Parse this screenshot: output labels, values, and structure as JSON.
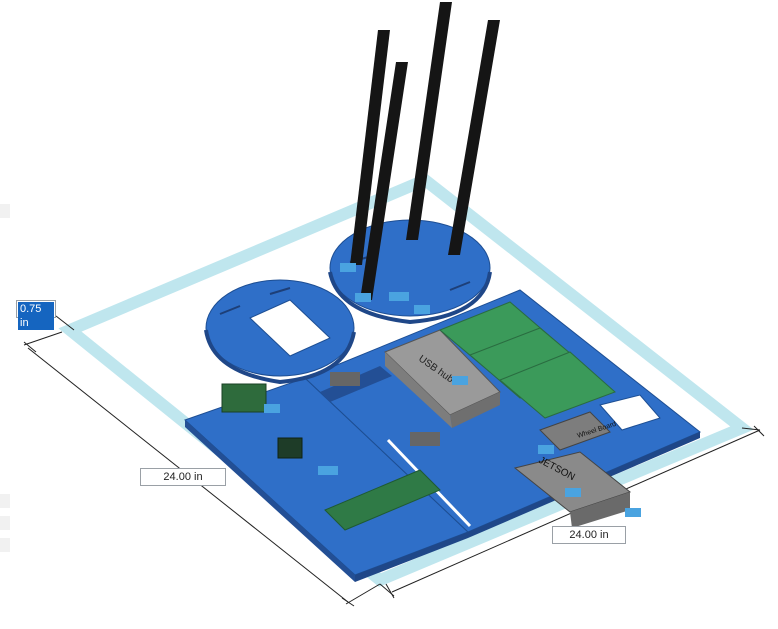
{
  "dimensions": {
    "thickness_value": "0.75 in",
    "width_value": "24.00 in",
    "depth_value": "24.00 in"
  },
  "board_labels": {
    "usb_hub": "USB hub",
    "jetson": "JETSON",
    "small_module": "Wheel Board"
  },
  "colors": {
    "plate_blue": "#2f6fc8",
    "frame_cyan": "#bfe6ee",
    "board_green": "#3b9a5a",
    "rod_black": "#151515",
    "box_gray": "#8a8a8a",
    "dim_highlight": "#1565c0"
  }
}
